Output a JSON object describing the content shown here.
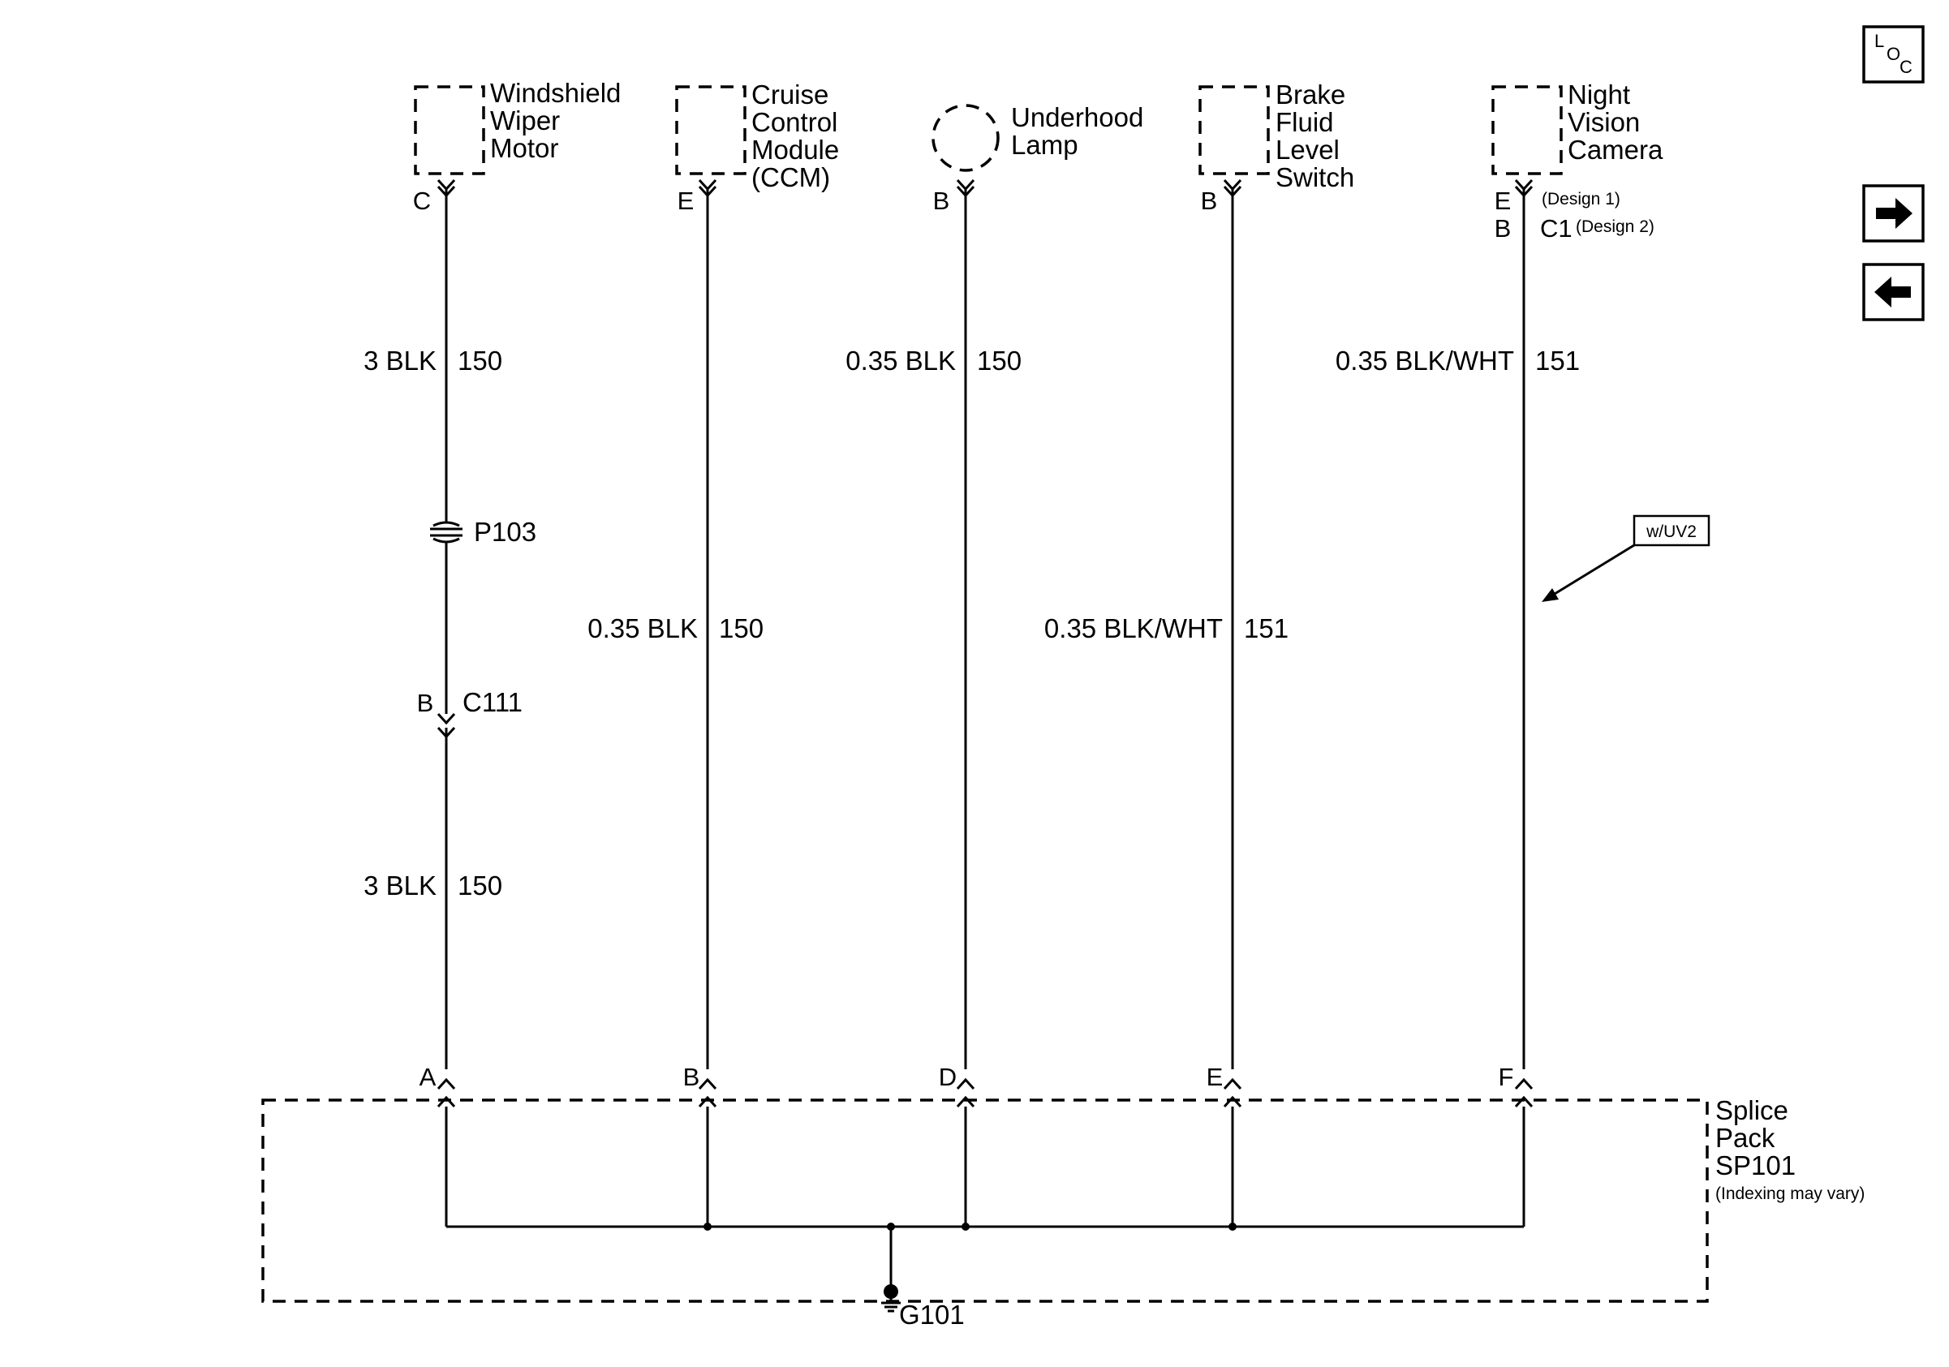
{
  "components": {
    "wiper_motor": [
      "Windshield",
      "Wiper",
      "Motor"
    ],
    "ccm": [
      "Cruise",
      "Control",
      "Module",
      "(CCM)"
    ],
    "underhood_lamp": [
      "Underhood",
      "Lamp"
    ],
    "brake_fluid_switch": [
      "Brake",
      "Fluid",
      "Level",
      "Switch"
    ],
    "night_vision_camera": [
      "Night",
      "Vision",
      "Camera"
    ]
  },
  "pins": {
    "wiper_top": "C",
    "ccm_top": "E",
    "lamp_top": "B",
    "brake_top": "B",
    "nv_top_1": "E",
    "nv_top_2": "B",
    "nv_c1": "C1",
    "nv_design1": "(Design 1)",
    "nv_design2": "(Design 2)",
    "c111_pin": "B",
    "splice_a": "A",
    "splice_b": "B",
    "splice_d": "D",
    "splice_e": "E",
    "splice_f": "F"
  },
  "wires": {
    "w1_upper_color": "3 BLK",
    "w1_upper_circuit": "150",
    "w1_lower_color": "3 BLK",
    "w1_lower_circuit": "150",
    "w2_color": "0.35 BLK",
    "w2_circuit": "150",
    "w3_color": "0.35 BLK",
    "w3_circuit": "150",
    "w4_color": "0.35 BLK/WHT",
    "w4_circuit": "151",
    "w5_color": "0.35 BLK/WHT",
    "w5_circuit": "151"
  },
  "connectors": {
    "p103": "P103",
    "c111": "C111"
  },
  "option_tag": "w/UV2",
  "splice_pack": [
    "Splice",
    "Pack",
    "SP101"
  ],
  "splice_note": "(Indexing may vary)",
  "ground": "G101",
  "nav": {
    "loc_l": "L",
    "loc_o": "O",
    "loc_c": "C"
  }
}
